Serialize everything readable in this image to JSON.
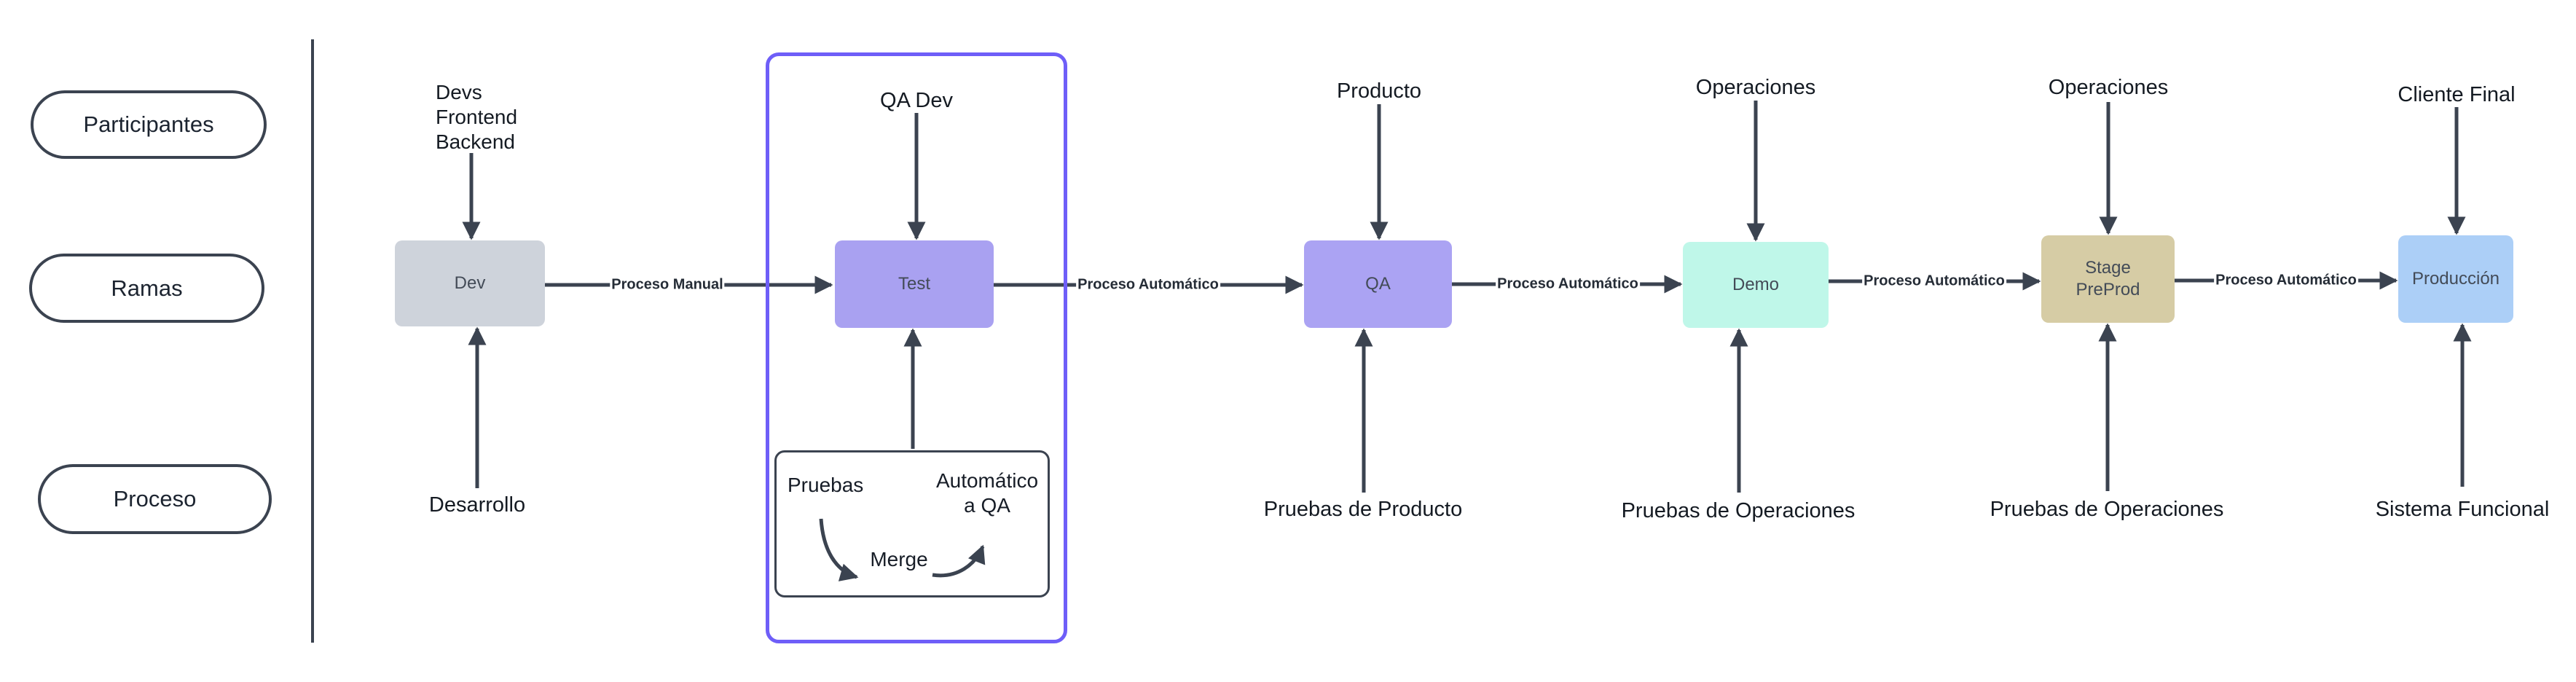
{
  "legend": {
    "items": [
      {
        "label": "Participantes"
      },
      {
        "label": "Ramas"
      },
      {
        "label": "Proceso"
      }
    ]
  },
  "colors": {
    "arrow": "#3b4350",
    "container_accent": "#6e5ef8",
    "background": "#ffffff"
  },
  "pipeline": {
    "stages": [
      {
        "label": "Dev",
        "fill": "#ced3db",
        "participant": "Devs\nFrontend\nBackend",
        "bottom_label": "Desarrollo"
      },
      {
        "label": "Test",
        "fill": "#a9a1f1",
        "participant": "QA Dev",
        "bottom_label": ""
      },
      {
        "label": "QA",
        "fill": "#aba3f3",
        "participant": "Producto",
        "bottom_label": "Pruebas de Producto"
      },
      {
        "label": "Demo",
        "fill": "#bff7e9",
        "participant": "Operaciones",
        "bottom_label": "Pruebas de Operaciones"
      },
      {
        "label": "Stage\nPreProd",
        "fill": "#d6cca5",
        "participant": "Operaciones",
        "bottom_label": "Pruebas de Operaciones"
      },
      {
        "label": "Producción",
        "fill": "#accff7",
        "participant": "Cliente Final",
        "bottom_label": "Sistema Funcional"
      }
    ],
    "edges": [
      {
        "label": "Proceso Manual"
      },
      {
        "label": "Proceso Automático"
      },
      {
        "label": "Proceso Automático"
      },
      {
        "label": "Proceso Automático"
      },
      {
        "label": "Proceso Automático"
      }
    ]
  },
  "test_detail": {
    "pruebas": "Pruebas",
    "automatico": "Automático\na QA",
    "merge": "Merge"
  }
}
